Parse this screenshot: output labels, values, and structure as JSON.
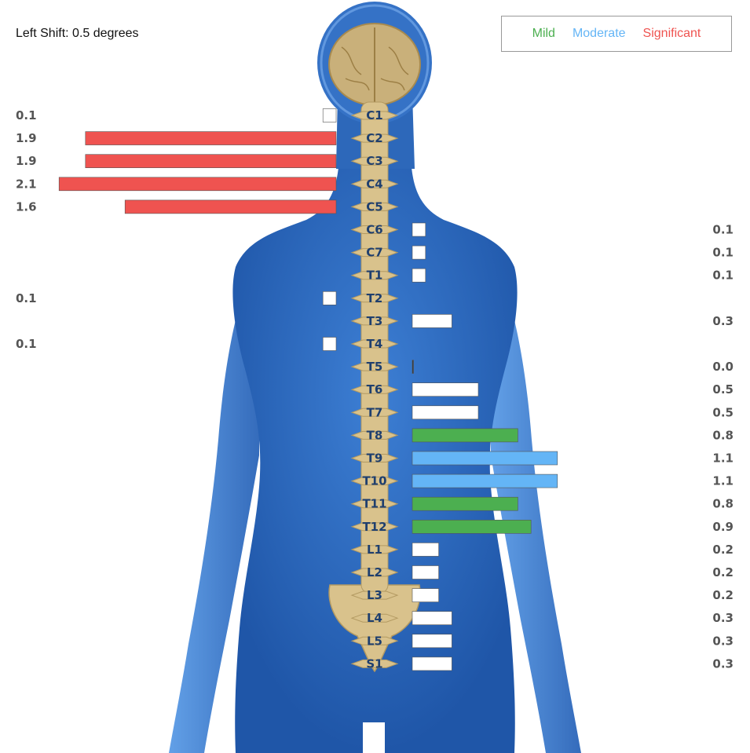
{
  "header": {
    "shift_label": "Left Shift: 0.5 degrees"
  },
  "legend": {
    "items": [
      {
        "label": "Mild",
        "color": "#4caf50"
      },
      {
        "label": "Moderate",
        "color": "#64b5f6"
      },
      {
        "label": "Significant",
        "color": "#ef5350"
      }
    ]
  },
  "colors": {
    "body": "#2f6cc0",
    "body_light": "#4a8ee0",
    "spine": "#d9c28c",
    "normal_bar": "#ffffff",
    "mild": "#4caf50",
    "moderate": "#64b5f6",
    "significant": "#ef5350"
  },
  "chart_data": {
    "type": "bar",
    "orientation": "horizontal-diverging",
    "categories": [
      "C1",
      "C2",
      "C3",
      "C4",
      "C5",
      "C6",
      "C7",
      "T1",
      "T2",
      "T3",
      "T4",
      "T5",
      "T6",
      "T7",
      "T8",
      "T9",
      "T10",
      "T11",
      "T12",
      "L1",
      "L2",
      "L3",
      "L4",
      "L5",
      "S1"
    ],
    "series": [
      {
        "side": "left",
        "values": [
          0.1,
          1.9,
          1.9,
          2.1,
          1.6,
          null,
          null,
          null,
          0.1,
          null,
          0.1,
          null,
          null,
          null,
          null,
          null,
          null,
          null,
          null,
          null,
          null,
          null,
          null,
          null,
          null
        ],
        "severity": [
          "normal",
          "significant",
          "significant",
          "significant",
          "significant",
          null,
          null,
          null,
          "normal",
          null,
          "normal",
          null,
          null,
          null,
          null,
          null,
          null,
          null,
          null,
          null,
          null,
          null,
          null,
          null,
          null
        ]
      },
      {
        "side": "right",
        "values": [
          null,
          null,
          null,
          null,
          null,
          0.1,
          0.1,
          0.1,
          null,
          0.3,
          null,
          0.0,
          0.5,
          0.5,
          0.8,
          1.1,
          1.1,
          0.8,
          0.9,
          0.2,
          0.2,
          0.2,
          0.3,
          0.3,
          0.3
        ],
        "severity": [
          null,
          null,
          null,
          null,
          null,
          "normal",
          "normal",
          "normal",
          null,
          "normal",
          null,
          "normal",
          "normal",
          "normal",
          "mild",
          "moderate",
          "moderate",
          "mild",
          "mild",
          "normal",
          "normal",
          "normal",
          "normal",
          "normal",
          "normal"
        ]
      }
    ],
    "left_labels": [
      "0.1",
      "1.9",
      "1.9",
      "2.1",
      "1.6",
      "0.1",
      "0.1"
    ],
    "right_labels": [
      "0.1",
      "0.1",
      "0.1",
      "0.3",
      "0.0",
      "0.5",
      "0.5",
      "0.8",
      "1.1",
      "1.1",
      "0.8",
      "0.9",
      "0.2",
      "0.2",
      "0.2",
      "0.3",
      "0.3",
      "0.3"
    ],
    "xlim": [
      0,
      2.1
    ]
  }
}
